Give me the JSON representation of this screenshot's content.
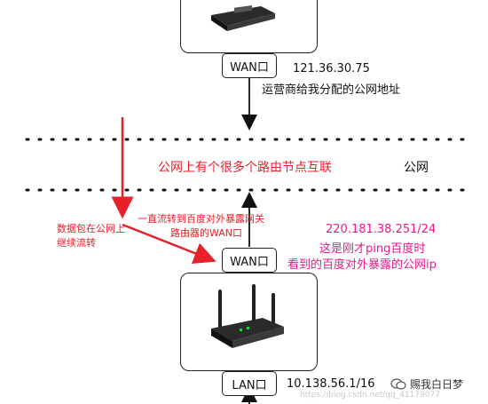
{
  "top_port": {
    "label": "WAN口"
  },
  "top_ip": {
    "value": "121.36.30.75",
    "desc": "运营商给我分配的公网地址"
  },
  "public_net": {
    "title": "公网上有个很多个路由节点互联",
    "label": "公网"
  },
  "left_note": {
    "line1": "数据包在公网上",
    "line2": "继续流转"
  },
  "mid_note": {
    "line1": "一直流转到百度对外暴露网关",
    "line2": "路由器的WAN口"
  },
  "baidu_ip": {
    "value": "220.181.38.251/24",
    "line1": "这是刚才ping百度时",
    "line2": "看到的百度对外暴露的公网ip"
  },
  "bottom_wan_port": {
    "label": "WAN口"
  },
  "lan_port": {
    "label": "LAN口",
    "ip": "10.138.56.1/16"
  },
  "watermark": {
    "brand": "赐我白日梦",
    "url": "https://blog.csdn.net/qq_41179077"
  },
  "colors": {
    "red": "#e8202a",
    "magenta": "#e8198b",
    "line": "#111111"
  }
}
